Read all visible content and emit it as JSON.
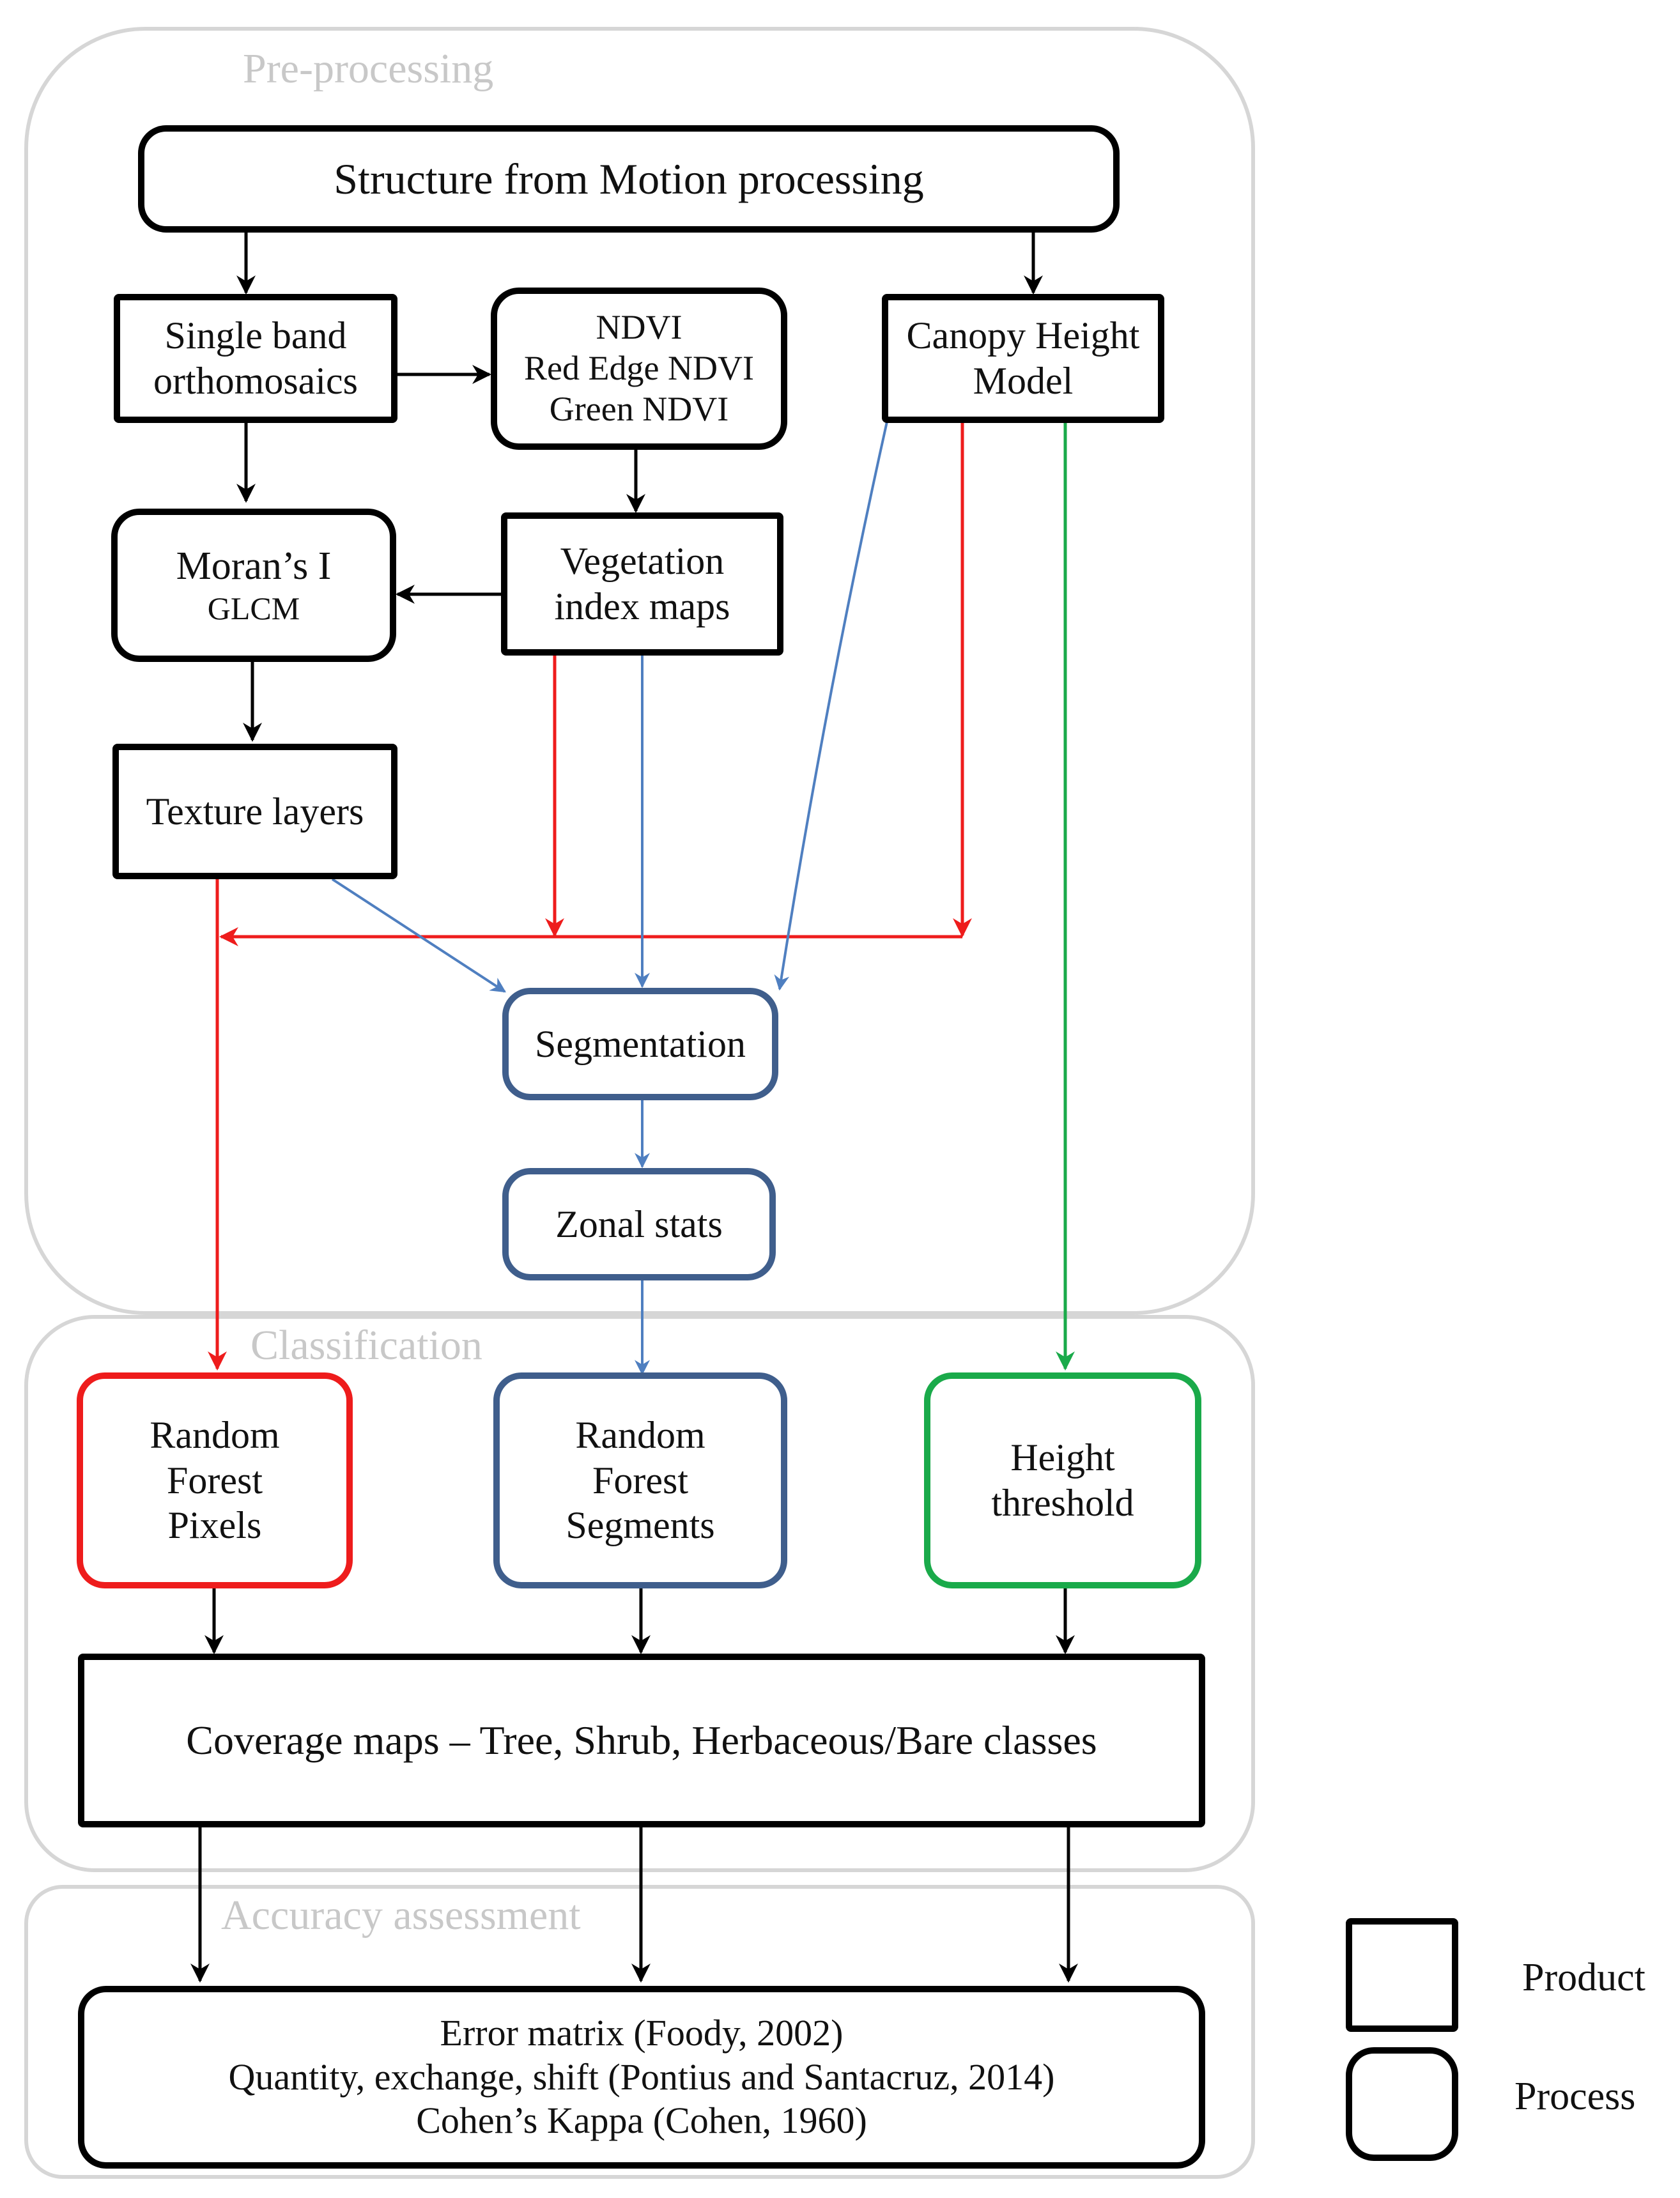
{
  "panels": {
    "preprocessing": "Pre-processing",
    "classification": "Classification",
    "accuracy": "Accuracy assessment"
  },
  "nodes": {
    "sfm": [
      "Structure from Motion processing"
    ],
    "single_band": [
      "Single band",
      "orthomosaics"
    ],
    "ndvi": [
      "NDVI",
      "Red Edge NDVI",
      "Green NDVI"
    ],
    "chm": [
      "Canopy Height",
      "Model"
    ],
    "morans": [
      "Moran’s I",
      "GLCM"
    ],
    "veg_index": [
      "Vegetation",
      "index maps"
    ],
    "texture": [
      "Texture layers"
    ],
    "segmentation": [
      "Segmentation"
    ],
    "zonal": [
      "Zonal stats"
    ],
    "rf_pixels": [
      "Random",
      "Forest",
      "Pixels"
    ],
    "rf_segments": [
      "Random",
      "Forest",
      "Segments"
    ],
    "height_threshold": [
      "Height",
      "threshold"
    ],
    "coverage": [
      "Coverage maps – Tree, Shrub, Herbaceous/Bare classes"
    ],
    "error": [
      "Error matrix (Foody, 2002)",
      "Quantity, exchange, shift (Pontius and Santacruz, 2014)",
      "Cohen’s Kappa (Cohen, 1960)"
    ]
  },
  "legend": {
    "product": "Product",
    "process": "Process"
  },
  "colors": {
    "black_flow": "#000000",
    "red_flow": "#ee1c1c",
    "blue_flow": "#4f7fc0",
    "green_flow": "#1aaa4a",
    "panel_border": "#d6d6d6"
  }
}
